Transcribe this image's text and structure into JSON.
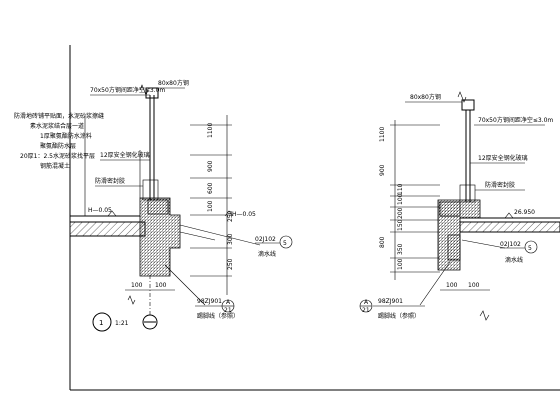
{
  "left_detail": {
    "top_labels": {
      "post": "80x80方钢",
      "rail": "70x50方钢间距净空≤3.0m"
    },
    "layers": [
      "防滑地砖铺平贴面，水泥砂浆擦缝",
      "素水泥浆结合层一道",
      "1厚聚氨酯防水涂料",
      "聚氨酯防水层",
      "20厚1：2.5水泥砂浆找平层",
      "钢筋混凝土"
    ],
    "glass_note": "12厚安全钢化玻璃",
    "adhesive_note": "防滑密封胶",
    "level_left": "H—0.05",
    "level_right": "H—0.05",
    "dims_top": [
      "1100",
      "900",
      "600",
      "100"
    ],
    "dims_right": [
      "250",
      "300",
      "250"
    ],
    "dims_bottom": [
      "100",
      "100"
    ],
    "index_label": "02J102",
    "index_sub": "4",
    "index_circle": "5",
    "bottom_ref": "98ZJ901",
    "bottom_sub_a": "A",
    "bottom_sub_n": "21",
    "bottom_caption": "踢脚线（参照）",
    "right_caption": "滴水线",
    "section_num": "1",
    "section_scale": "1:21"
  },
  "right_detail": {
    "top_labels": {
      "post": "80x80方钢",
      "rail": "70x50方钢间距净空≤3.0m"
    },
    "glass_note": "12厚安全钢化玻璃",
    "adhesive_note": "防滑密封胶",
    "level": "26.950",
    "dims_left": [
      "1100",
      "900",
      "110",
      "100",
      "200",
      "150",
      "800",
      "350",
      "100"
    ],
    "dims_bottom": [
      "100",
      "100"
    ],
    "index_label": "02J102",
    "index_sub": "4",
    "index_circle": "5",
    "right_caption": "滴水线",
    "bottom_ref": "98ZJ901",
    "bottom_sub_a": "A",
    "bottom_sub_n": "21",
    "bottom_caption": "踢脚线（参照）"
  }
}
